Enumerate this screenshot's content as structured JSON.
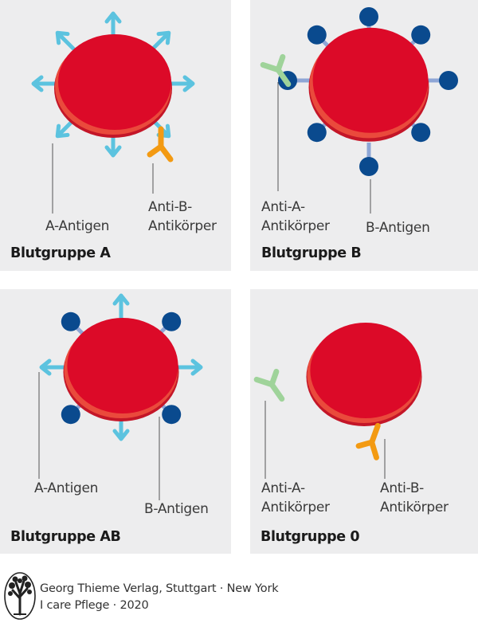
{
  "colors": {
    "panel_bg": "#ededee",
    "cell_red": "#dc0a28",
    "cell_rim": "#c41628",
    "cell_highlight": "#ea4a3c",
    "a_antigen": "#5cc3df",
    "b_antigen": "#0a4a8e",
    "b_antigen_stem": "#8ea6d6",
    "anti_a_antibody": "#9fd39a",
    "anti_b_antibody": "#f39a12",
    "leader_line": "#555555"
  },
  "panels": {
    "a": {
      "title": "Blutgruppe A",
      "label_antigen": "A-Antigen",
      "label_antibody_1": "Anti-B-",
      "label_antibody_2": "Antikörper"
    },
    "b": {
      "title": "Blutgruppe B",
      "label_antibody_1": "Anti-A-",
      "label_antibody_2": "Antikörper",
      "label_antigen": "B-Antigen"
    },
    "ab": {
      "title": "Blutgruppe AB",
      "label_antigen_a": "A-Antigen",
      "label_antigen_b": "B-Antigen"
    },
    "o": {
      "title": "Blutgruppe 0",
      "label_anti_a_1": "Anti-A-",
      "label_anti_a_2": "Antikörper",
      "label_anti_b_1": "Anti-B-",
      "label_anti_b_2": "Antikörper"
    }
  },
  "footer": {
    "publisher": "Georg Thieme Verlag, Stuttgart · New York",
    "source": "I care Pflege · 2020",
    "logo": "tree-logo-icon"
  }
}
